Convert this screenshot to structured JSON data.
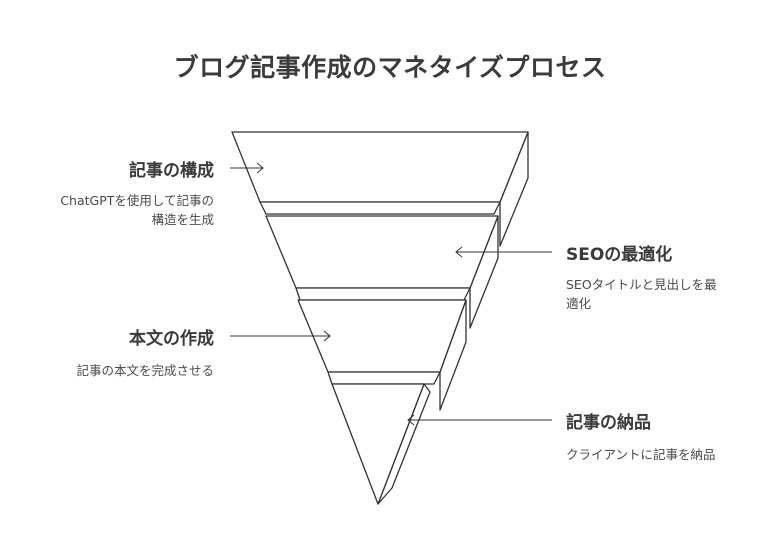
{
  "title": "ブログ記事作成のマネタイズプロセス",
  "stages": [
    {
      "label": "記事の構成",
      "desc_lines": [
        "ChatGPTを使用して記事の",
        "構造を生成"
      ]
    },
    {
      "label": "SEOの最適化",
      "desc_lines": [
        "SEOタイトルと見出しを最",
        "適化"
      ]
    },
    {
      "label": "本文の作成",
      "desc_lines": [
        "記事の本文を完成させる"
      ]
    },
    {
      "label": "記事の納品",
      "desc_lines": [
        "クライアントに記事を納品"
      ]
    }
  ],
  "colors": {
    "stroke": "#333333",
    "text": "#3a3a3a",
    "background": "#ffffff"
  }
}
